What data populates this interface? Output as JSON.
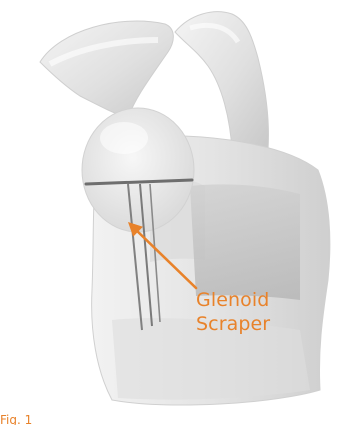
{
  "diagram": {
    "callout": {
      "line1": "Glenoid",
      "line2": "Scraper"
    },
    "figure_caption": "Fig. 1",
    "colors": {
      "accent": "#e8822a",
      "bone_light": "#ececec",
      "bone_mid": "#d4d4d4",
      "bone_dark": "#a9a9a9",
      "instrument": "#6e6e6e"
    },
    "icon": "shoulder-bone-illustration"
  }
}
